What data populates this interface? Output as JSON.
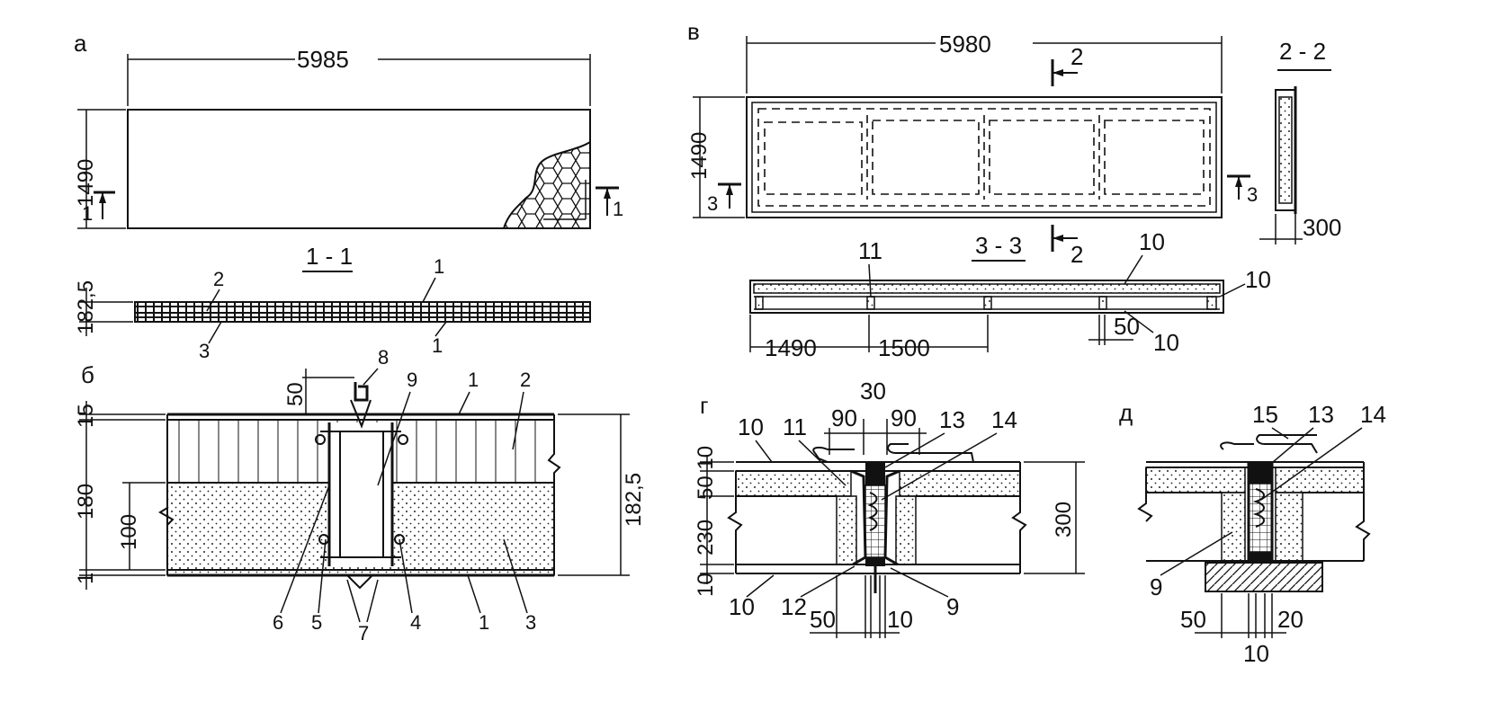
{
  "labels": {
    "a": "а",
    "b": "б",
    "v": "в",
    "g": "г",
    "d": "д",
    "sec11": "1 - 1",
    "sec22": "2 - 2",
    "sec33": "3 - 3"
  },
  "a": {
    "length": "5985",
    "height": "1490",
    "thickness": "182,5",
    "cut_left": "1",
    "cut_right": "1",
    "call_2": "2",
    "call_1a": "1",
    "call_3": "3",
    "call_1b": "1"
  },
  "b": {
    "d15": "15",
    "d180": "180",
    "d100": "100",
    "d1": "1",
    "d50": "50",
    "d1825": "182,5",
    "n8": "8",
    "n9": "9",
    "n1a": "1",
    "n2": "2",
    "n6": "6",
    "n5": "5",
    "n7": "7",
    "n4": "4",
    "n1b": "1",
    "n3": "3"
  },
  "v": {
    "length": "5980",
    "height": "1490",
    "cut2_top": "2",
    "cut2_bot": "2",
    "cut3_left": "3",
    "cut3_right": "3",
    "d300": "300",
    "n11": "11",
    "n10a": "10",
    "n10b": "10",
    "n10c": "10",
    "d1490": "1490",
    "d1500": "1500",
    "d50": "50"
  },
  "g": {
    "d30": "30",
    "d90a": "90",
    "d90b": "90",
    "n13": "13",
    "n14": "14",
    "n10a": "10",
    "n11": "11",
    "d50_10": "50 10",
    "d230": "230",
    "d10": "10",
    "d300": "300",
    "n10b": "10",
    "n12": "12",
    "d50": "50",
    "d10b": "10",
    "n9": "9"
  },
  "d": {
    "n15": "15",
    "n13": "13",
    "n14": "14",
    "n9": "9",
    "d50": "50",
    "d20": "20",
    "d10": "10"
  }
}
